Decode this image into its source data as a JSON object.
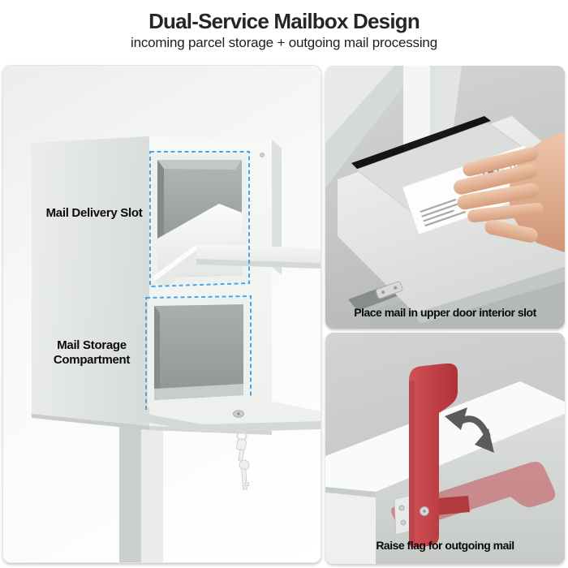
{
  "header": {
    "title": "Dual-Service Mailbox Design",
    "subtitle": "incoming parcel storage + outgoing mail processing"
  },
  "left_panel": {
    "label_delivery_slot": "Mail Delivery Slot",
    "label_storage_compartment": "Mail Storage Compartment"
  },
  "right_top_panel": {
    "caption": "Place mail in upper door interior slot"
  },
  "right_bottom_panel": {
    "caption": "Raise flag for outgoing mail"
  },
  "icons": {
    "rotation_arrow": "curved-double-arrow",
    "keys": "key-pair-on-ring",
    "stamp": "postage-stamp",
    "lock": "keyed-cam-lock"
  },
  "colors": {
    "highlight_dashed_outline": "#4aa3e8",
    "flag_red": "#c7434a",
    "right_panel_background": "#c4c7c6",
    "left_panel_background": "#fafbfa",
    "text": "#111111"
  }
}
